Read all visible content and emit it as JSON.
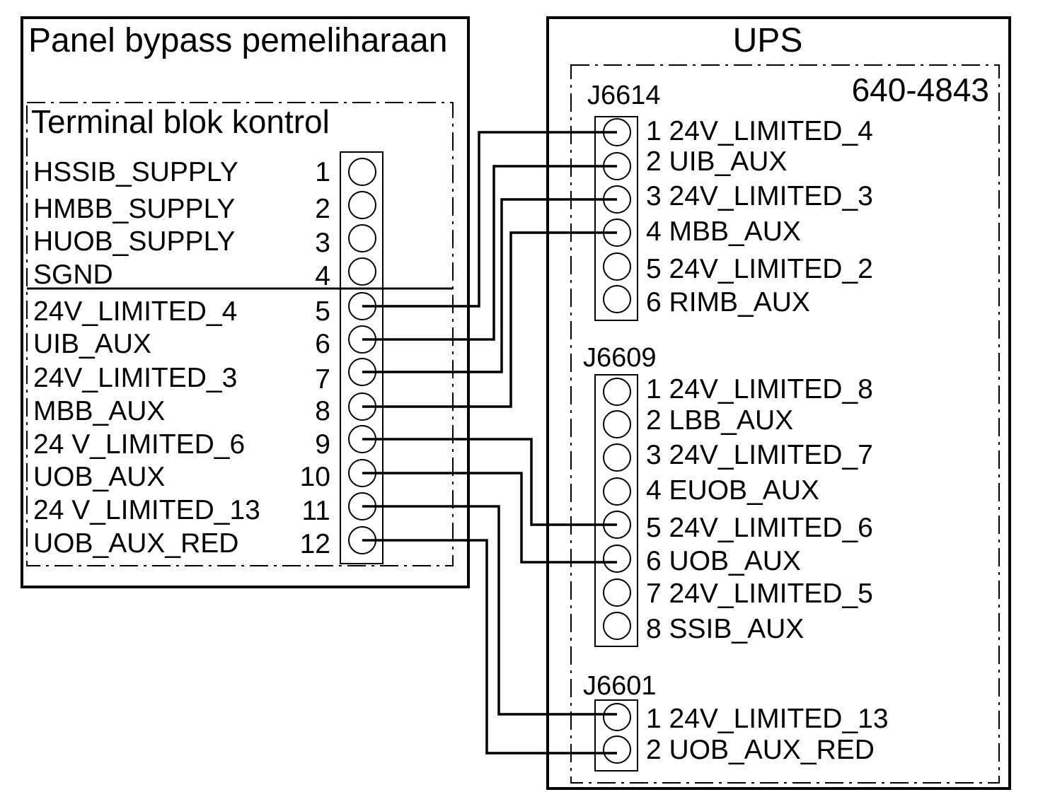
{
  "panel": {
    "title": "Panel bypass pemeliharaan",
    "terminal_block": {
      "title": "Terminal blok kontrol",
      "terminals": [
        {
          "label": "HSSIB_SUPPLY",
          "number": "1"
        },
        {
          "label": "HMBB_SUPPLY",
          "number": "2"
        },
        {
          "label": "HUOB_SUPPLY",
          "number": "3"
        },
        {
          "label": "SGND",
          "number": "4"
        },
        {
          "label": "24V_LIMITED_4",
          "number": "5"
        },
        {
          "label": "UIB_AUX",
          "number": "6"
        },
        {
          "label": "24V_LIMITED_3",
          "number": "7"
        },
        {
          "label": "MBB_AUX",
          "number": "8"
        },
        {
          "label": "24 V_LIMITED_6",
          "number": "9"
        },
        {
          "label": "UOB_AUX",
          "number": "10"
        },
        {
          "label": "24 V_LIMITED_13",
          "number": "11"
        },
        {
          "label": "UOB_AUX_RED",
          "number": "12"
        }
      ]
    }
  },
  "ups": {
    "title": "UPS",
    "board": {
      "part_number": "640-4843",
      "connectors": [
        {
          "name": "J6614",
          "pins": [
            {
              "label": "1 24V_LIMITED_4"
            },
            {
              "label": "2 UIB_AUX"
            },
            {
              "label": "3 24V_LIMITED_3"
            },
            {
              "label": "4 MBB_AUX"
            },
            {
              "label": "5 24V_LIMITED_2"
            },
            {
              "label": "6 RIMB_AUX"
            }
          ]
        },
        {
          "name": "J6609",
          "pins": [
            {
              "label": "1 24V_LIMITED_8"
            },
            {
              "label": "2 LBB_AUX"
            },
            {
              "label": "3 24V_LIMITED_7"
            },
            {
              "label": "4 EUOB_AUX"
            },
            {
              "label": "5 24V_LIMITED_6"
            },
            {
              "label": "6 UOB_AUX"
            },
            {
              "label": "7 24V_LIMITED_5"
            },
            {
              "label": "8 SSIB_AUX"
            }
          ]
        },
        {
          "name": "J6601",
          "pins": [
            {
              "label": "1 24V_LIMITED_13"
            },
            {
              "label": "2 UOB_AUX_RED"
            }
          ]
        }
      ]
    }
  }
}
